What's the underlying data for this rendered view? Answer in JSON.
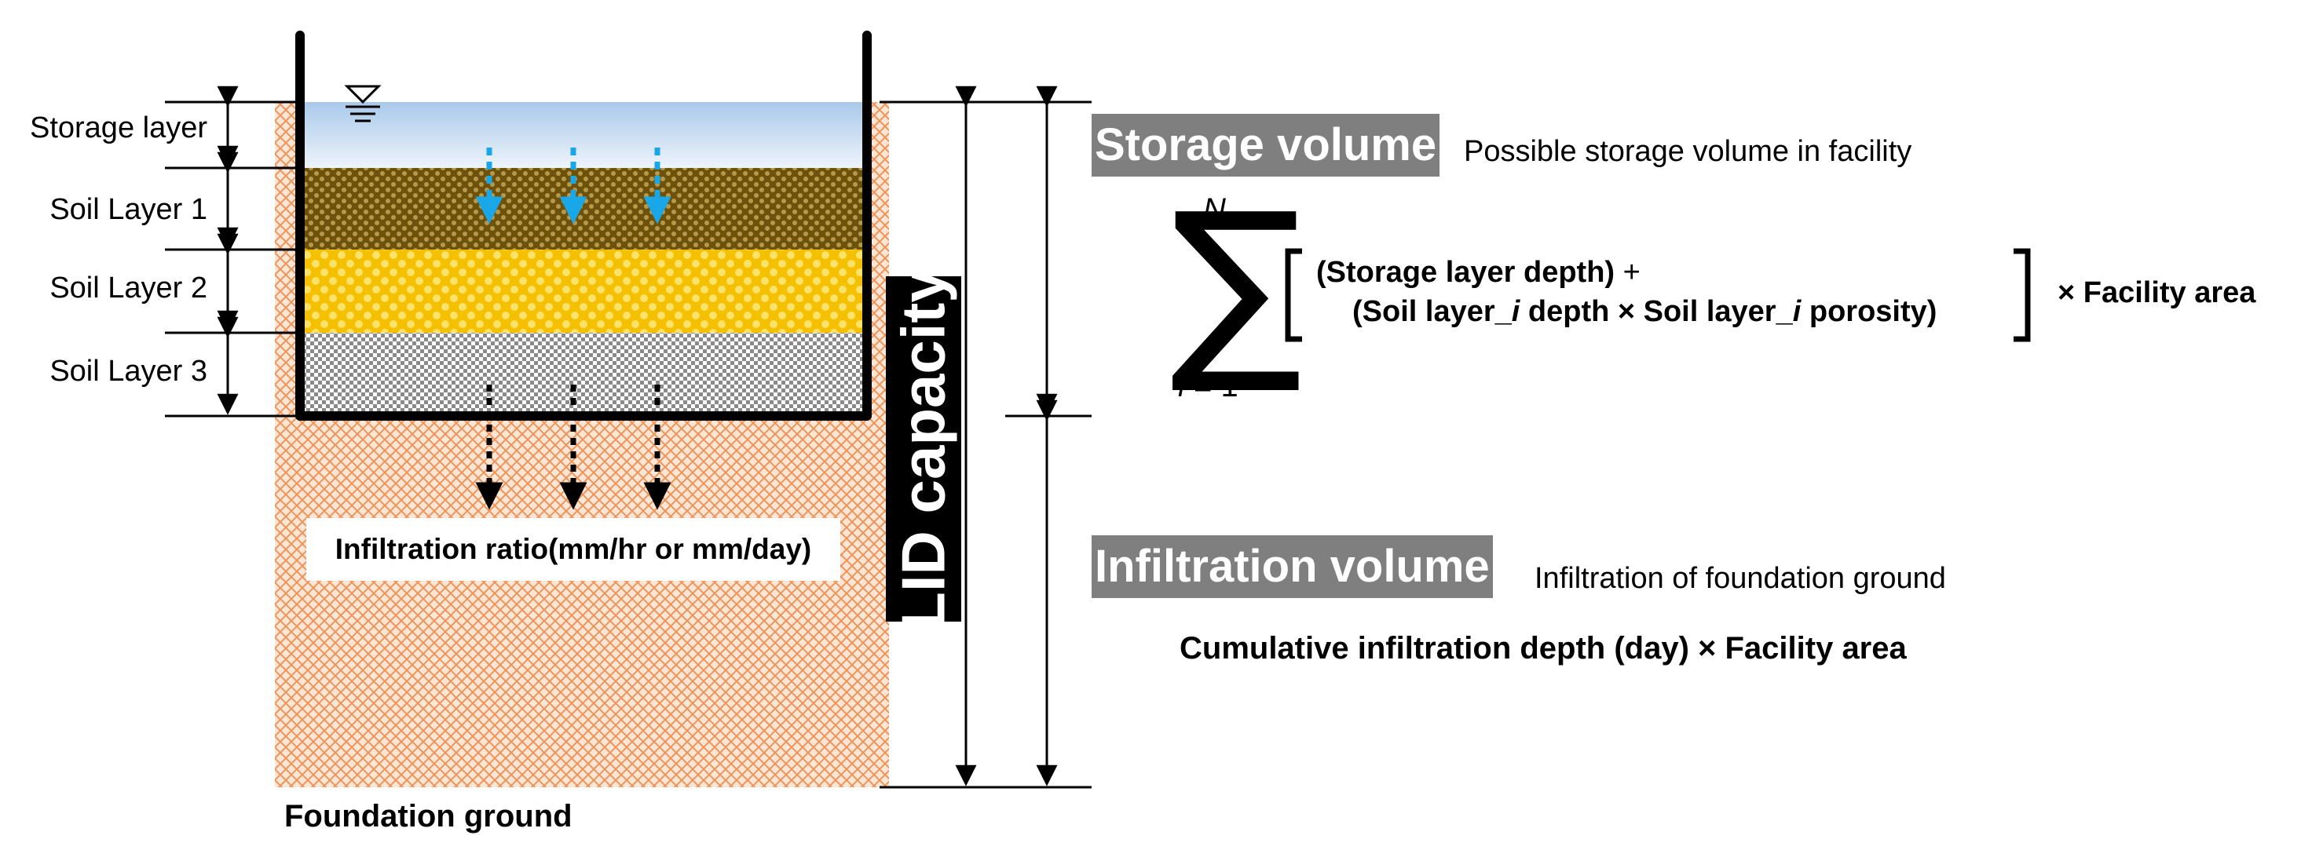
{
  "layers": {
    "storage": "Storage layer",
    "soil1": "Soil Layer 1",
    "soil2": "Soil Layer 2",
    "soil3": "Soil Layer 3"
  },
  "foundation_label": "Foundation ground",
  "infiltration_ratio_label": "Infiltration ratio(mm/hr or mm/day)",
  "lid_capacity_label": "LID capacity",
  "storage_volume": {
    "title": "Storage volume",
    "description": "Possible storage volume in facility",
    "sum_upper": "N",
    "sum_lower_var": "i",
    "sum_lower_rest": " = 1",
    "line1_a": "(Storage layer depth)",
    "line1_b": " +",
    "line2_a": "(Soil layer_",
    "line2_i1": "i",
    "line2_b": " depth × Soil layer_",
    "line2_i2": "i",
    "line2_c": " porosity)",
    "multiplier": "× Facility area"
  },
  "infiltration_volume": {
    "title": "Infiltration volume",
    "description": "Infiltration of foundation ground",
    "formula": "Cumulative infiltration depth (day) × Facility area"
  },
  "colors": {
    "water_top": "#a8c8e8",
    "soil1": "#7a5f14",
    "soil2": "#f2c200",
    "soil3": "#a8a8a8",
    "foundation": "#f0a070",
    "arrow_blue": "#1aa7e8",
    "header_gray": "#7f7f7f"
  }
}
